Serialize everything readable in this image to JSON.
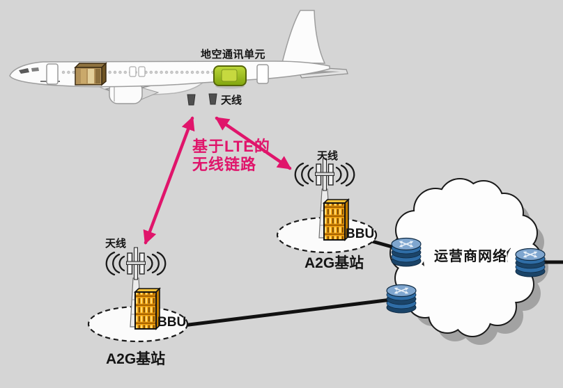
{
  "background_color": "#d5d5d5",
  "accent_colors": {
    "lte_link_pink": "#e0156b",
    "bbu_cabinet_yellow": "#f2a413",
    "comm_unit_green": "#9abf16",
    "cargo_box_brown": "#b3925a",
    "router_blue": "#2f6da6"
  },
  "airplane": {
    "comm_unit_label": "地空通讯单元",
    "antenna_label": "天线"
  },
  "wireless_link": {
    "line1": "基于LTE的",
    "line2": "无线链路"
  },
  "base_station_upper": {
    "antenna_label": "天线",
    "bbu_label": "BBU",
    "name": "A2G基站"
  },
  "base_station_lower": {
    "antenna_label": "天线",
    "bbu_label": "BBU",
    "name": "A2G基站"
  },
  "operator_network": {
    "label": "运营商网络"
  }
}
